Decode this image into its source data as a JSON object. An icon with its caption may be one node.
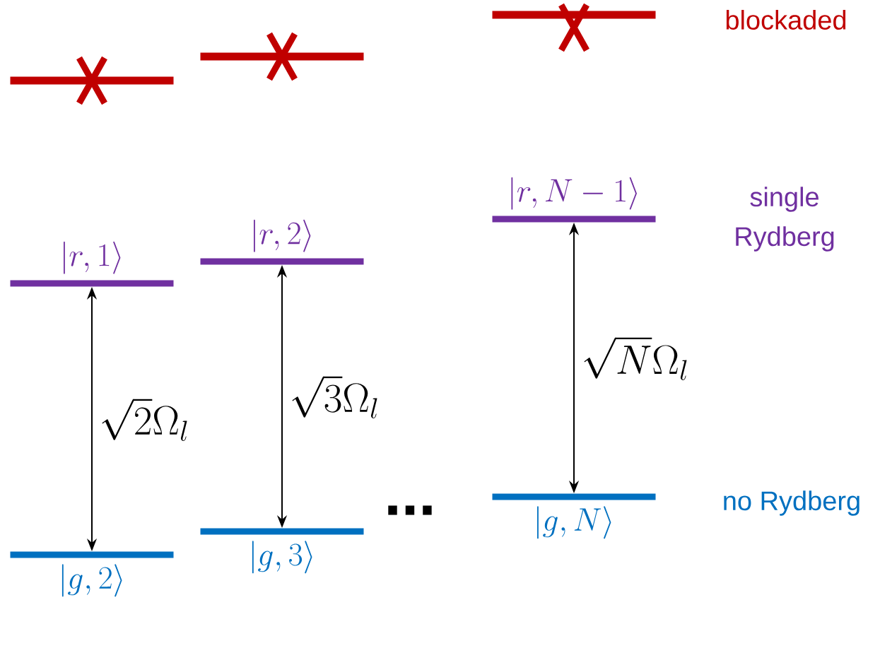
{
  "diagram": {
    "nodes": [
      {
        "text": [],
        "shape": "bar"
      },
      {
        "text": [],
        "shape": "bar"
      },
      {
        "text": [],
        "shape": "bar"
      },
      {
        "text": [
          "|r,1\\rangle"
        ]
      },
      {
        "text": [
          "|r,2\\rangle"
        ]
      },
      {
        "text": [
          "|r,N-1\\rangle"
        ]
      },
      {
        "text": [
          "|g,2\\rangle"
        ]
      },
      {
        "text": [
          "|g,3\\rangle"
        ]
      },
      {
        "text": [
          "|g,N\\rangle"
        ]
      }
    ],
    "edges": [
      {
        "from": 6,
        "to": 3,
        "arrow": "both",
        "label": "\\sqrt{2}\\Omega_l"
      },
      {
        "from": 7,
        "to": 4,
        "arrow": "both",
        "label": "\\sqrt{3}\\Omega_l"
      },
      {
        "from": 8,
        "to": 5,
        "arrow": "both",
        "label": "\\sqrt{N}\\Omega_l"
      }
    ],
    "labels": [
      "blockaded",
      "single Rydberg",
      "...",
      "no Rydberg"
    ]
  }
}
